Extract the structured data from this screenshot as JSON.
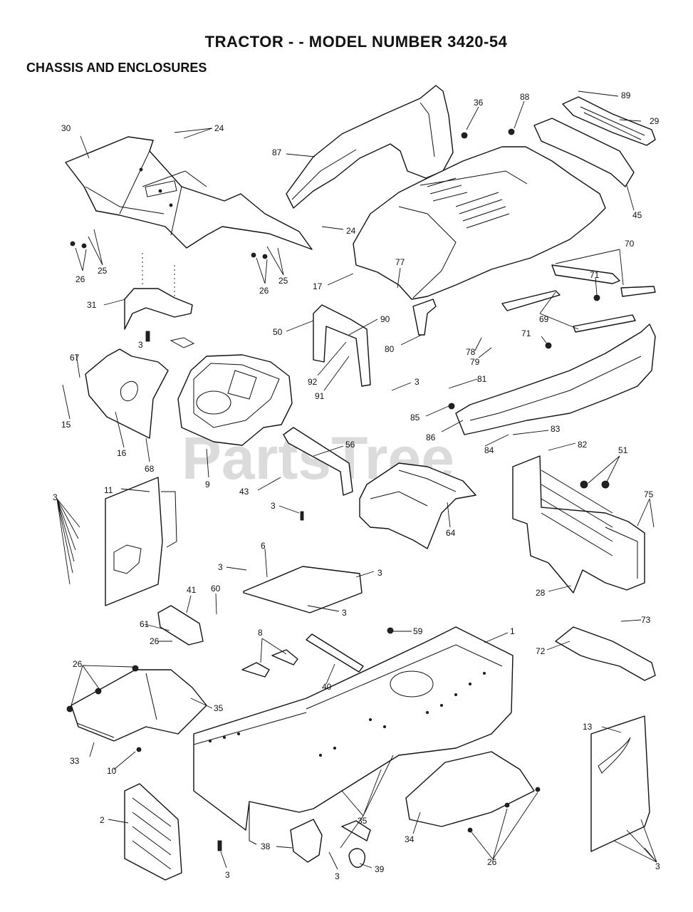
{
  "header": {
    "title": "TRACTOR - - MODEL NUMBER 3420-54",
    "subtitle": "CHASSIS AND ENCLOSURES"
  },
  "watermark": "PartsTree",
  "callouts": [
    {
      "id": "c30",
      "label": "30"
    },
    {
      "id": "c24a",
      "label": "24"
    },
    {
      "id": "c87",
      "label": "87"
    },
    {
      "id": "c36",
      "label": "36"
    },
    {
      "id": "c88",
      "label": "88"
    },
    {
      "id": "c89",
      "label": "89"
    },
    {
      "id": "c29",
      "label": "29"
    },
    {
      "id": "c45",
      "label": "45"
    },
    {
      "id": "c24b",
      "label": "24"
    },
    {
      "id": "c26a",
      "label": "26"
    },
    {
      "id": "c25a",
      "label": "25"
    },
    {
      "id": "c26b",
      "label": "26"
    },
    {
      "id": "c25b",
      "label": "25"
    },
    {
      "id": "c17",
      "label": "17"
    },
    {
      "id": "c77",
      "label": "77"
    },
    {
      "id": "c70",
      "label": "70"
    },
    {
      "id": "c71a",
      "label": "71"
    },
    {
      "id": "c31",
      "label": "31"
    },
    {
      "id": "c3a",
      "label": "3"
    },
    {
      "id": "c50",
      "label": "50"
    },
    {
      "id": "c90",
      "label": "90"
    },
    {
      "id": "c80",
      "label": "80"
    },
    {
      "id": "c69",
      "label": "69"
    },
    {
      "id": "c71b",
      "label": "71"
    },
    {
      "id": "c78",
      "label": "78"
    },
    {
      "id": "c79",
      "label": "79"
    },
    {
      "id": "c67",
      "label": "67"
    },
    {
      "id": "c92",
      "label": "92"
    },
    {
      "id": "c91",
      "label": "91"
    },
    {
      "id": "c3b",
      "label": "3"
    },
    {
      "id": "c81",
      "label": "81"
    },
    {
      "id": "c85",
      "label": "85"
    },
    {
      "id": "c15",
      "label": "15"
    },
    {
      "id": "c16",
      "label": "16"
    },
    {
      "id": "c68",
      "label": "68"
    },
    {
      "id": "c86",
      "label": "86"
    },
    {
      "id": "c83",
      "label": "83"
    },
    {
      "id": "c84",
      "label": "84"
    },
    {
      "id": "c82",
      "label": "82"
    },
    {
      "id": "c56",
      "label": "56"
    },
    {
      "id": "c51",
      "label": "51"
    },
    {
      "id": "c11",
      "label": "11"
    },
    {
      "id": "c9",
      "label": "9"
    },
    {
      "id": "c43",
      "label": "43"
    },
    {
      "id": "c75",
      "label": "75"
    },
    {
      "id": "c3c",
      "label": "3"
    },
    {
      "id": "c64",
      "label": "64"
    },
    {
      "id": "c3d",
      "label": "3"
    },
    {
      "id": "c6",
      "label": "6"
    },
    {
      "id": "c28",
      "label": "28"
    },
    {
      "id": "c3e",
      "label": "3"
    },
    {
      "id": "c3f",
      "label": "3"
    },
    {
      "id": "c41",
      "label": "41"
    },
    {
      "id": "c60",
      "label": "60"
    },
    {
      "id": "c3g",
      "label": "3"
    },
    {
      "id": "c61",
      "label": "61"
    },
    {
      "id": "c73",
      "label": "73"
    },
    {
      "id": "c26c",
      "label": "26"
    },
    {
      "id": "c8",
      "label": "8"
    },
    {
      "id": "c59",
      "label": "59"
    },
    {
      "id": "c1",
      "label": "1"
    },
    {
      "id": "c72",
      "label": "72"
    },
    {
      "id": "c26d",
      "label": "26"
    },
    {
      "id": "c40",
      "label": "40"
    },
    {
      "id": "c35a",
      "label": "35"
    },
    {
      "id": "c13",
      "label": "13"
    },
    {
      "id": "c33",
      "label": "33"
    },
    {
      "id": "c10",
      "label": "10"
    },
    {
      "id": "c2",
      "label": "2"
    },
    {
      "id": "c35b",
      "label": "35"
    },
    {
      "id": "c34",
      "label": "34"
    },
    {
      "id": "c38",
      "label": "38"
    },
    {
      "id": "c39",
      "label": "39"
    },
    {
      "id": "c3h",
      "label": "3"
    },
    {
      "id": "c3i",
      "label": "3"
    },
    {
      "id": "c26e",
      "label": "26"
    },
    {
      "id": "c3j",
      "label": "3"
    }
  ]
}
